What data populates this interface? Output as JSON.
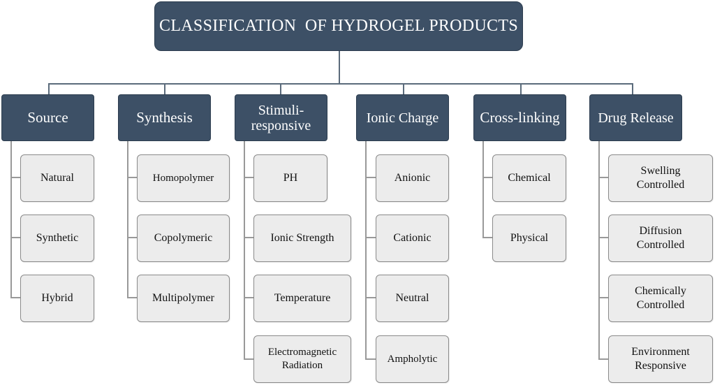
{
  "diagram": {
    "title": "CLASSIFICATION  OF HYDROGEL PRODUCTS",
    "categories": [
      {
        "label": "Source",
        "items": [
          "Natural",
          "Synthetic",
          "Hybrid"
        ]
      },
      {
        "label": "Synthesis",
        "items": [
          "Homopolymer",
          "Copolymeric",
          "Multipolymer"
        ]
      },
      {
        "label": "Stimuli-\nresponsive",
        "items": [
          "PH",
          "Ionic Strength",
          "Temperature",
          "Electromagnetic\nRadiation"
        ]
      },
      {
        "label": "Ionic Charge",
        "items": [
          "Anionic",
          "Cationic",
          "Neutral",
          "Ampholytic"
        ]
      },
      {
        "label": "Cross-linking",
        "items": [
          "Chemical",
          "Physical"
        ]
      },
      {
        "label": "Drug Release",
        "items": [
          "Swelling\nControlled",
          "Diffusion\nControlled",
          "Chemically\nControlled",
          "Environment\nResponsive"
        ]
      }
    ]
  }
}
